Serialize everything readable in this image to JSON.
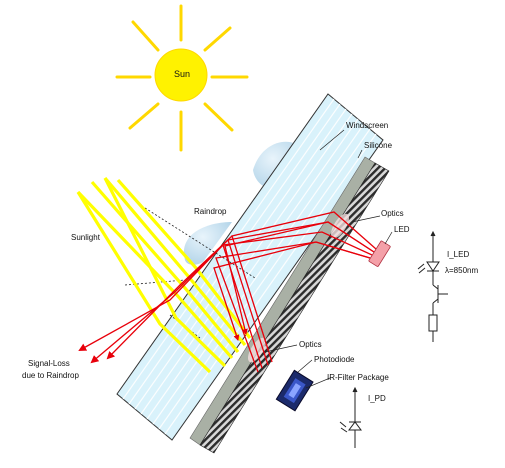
{
  "labels": {
    "sun": "Sun",
    "windscreen": "Windscreen",
    "silicone": "Silicone",
    "raindrop": "Raindrop",
    "optics_top": "Optics",
    "led": "LED",
    "sunlight": "Sunlight",
    "i_led": "I_LED",
    "wavelength": "λ=850nm",
    "optics_bottom": "Optics",
    "photodiode": "Photodiode",
    "ir_filter": "IR-Filter Package",
    "signal_loss_line1": "Signal-Loss",
    "signal_loss_line2": "due to Raindrop",
    "i_pd": "I_PD"
  },
  "colors": {
    "sun": "#fff200",
    "sun_rays": "#ffd800",
    "sunlight": "#ffff00",
    "led_beam": "#e8000b",
    "glass": "#d9f2fb",
    "glass_lines": "#ffffff",
    "silicone": "#a9b0a5",
    "hatch": "#2b2b2b",
    "led_body": "#f4a0a8",
    "photodiode": "#1b2a6b"
  },
  "icons": [
    "sun-icon",
    "led-icon",
    "photodiode-icon",
    "led-symbol-icon",
    "transistor-symbol-icon",
    "resistor-symbol-icon",
    "photodiode-symbol-icon"
  ]
}
